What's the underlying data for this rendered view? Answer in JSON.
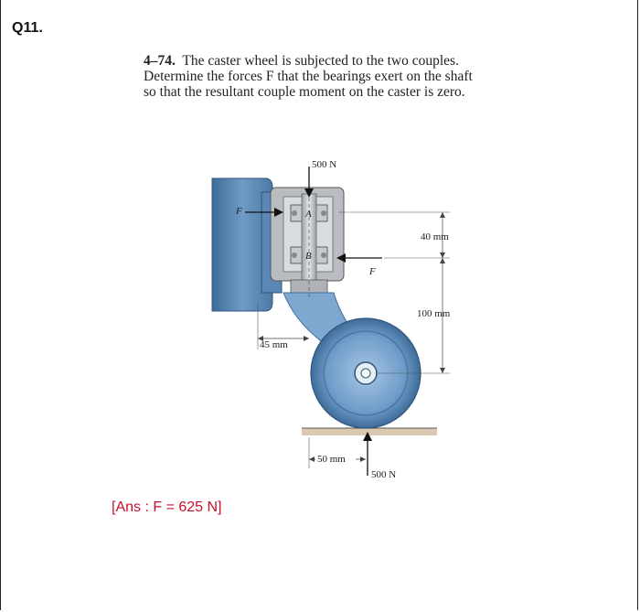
{
  "question_number": "Q11.",
  "problem": {
    "number": "4–74.",
    "lines": [
      "The caster wheel is subjected to the two couples.",
      "Determine the forces F that the bearings exert on the shaft",
      "so that the resultant couple moment on the caster is zero."
    ]
  },
  "figure": {
    "labels": {
      "force_top": "500 N",
      "force_bottom": "500 N",
      "force_left": "F",
      "force_right": "F",
      "bearing_a": "A",
      "bearing_b": "B",
      "dim_40": "40 mm",
      "dim_100": "100 mm",
      "dim_45": "45 mm",
      "dim_50": "50 mm"
    },
    "colors": {
      "mount_blue": "#5b87b4",
      "wheel_blue": "#6e9cc9",
      "fork_blue": "#7ea8cf",
      "bracket_gray": "#b9bcc0"
    }
  },
  "answer": "[Ans : F = 625 N]"
}
